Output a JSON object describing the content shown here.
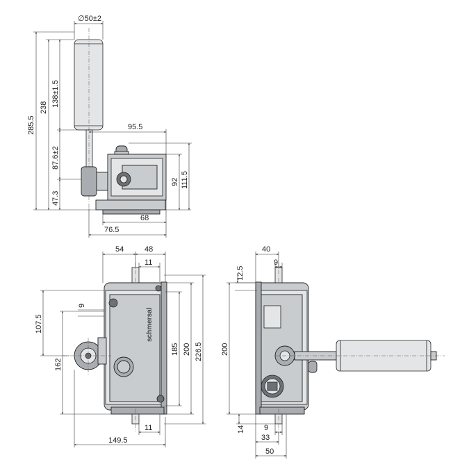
{
  "top_view": {
    "dims": {
      "dia": "∅50±2",
      "d95_5": "95.5",
      "d285_5": "285.5",
      "d238": "238",
      "d138": "138±1.5",
      "d87_6": "87.6±2",
      "d47_3": "47.3",
      "d92": "92",
      "d111_5": "111.5",
      "d68": "68",
      "d76_5": "76.5"
    }
  },
  "front_view": {
    "brand": "schmersal",
    "dims": {
      "d54": "54",
      "d48": "48",
      "d11_top": "11",
      "d9": "9",
      "d107_5": "107.5",
      "d162": "162",
      "d185": "185",
      "d200": "200",
      "d226_5": "226.5",
      "d149_5": "149.5",
      "d11_bottom": "11"
    }
  },
  "side_view": {
    "dims": {
      "d40": "40",
      "d9_top": "9",
      "d12_5": "12.5",
      "d200": "200",
      "d14": "14",
      "d9_bottom": "9",
      "d33": "33",
      "d50": "50"
    }
  }
}
